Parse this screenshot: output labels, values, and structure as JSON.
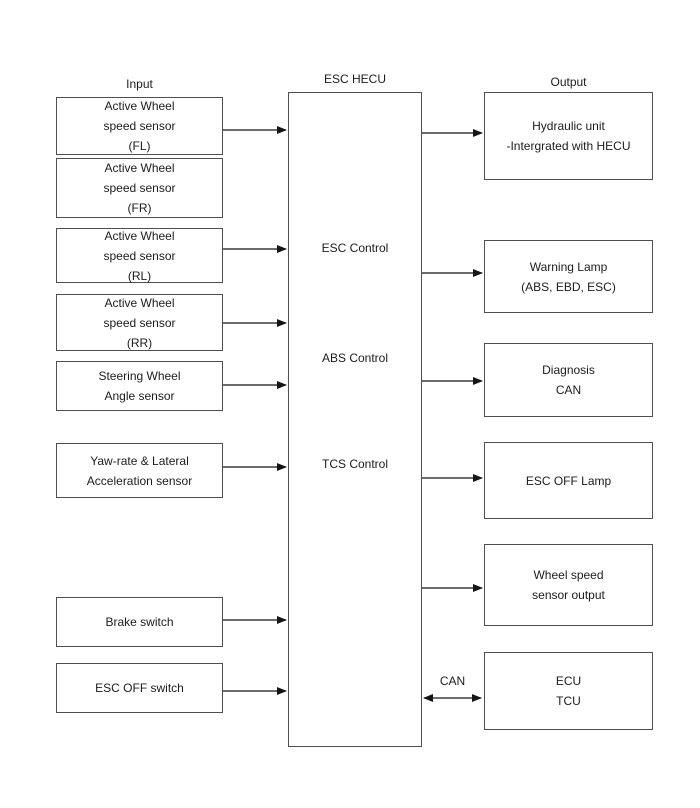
{
  "diagram": {
    "labels": {
      "input_column": "Input",
      "hecu_title": "ESC HECU",
      "output_column": "Output",
      "can": "CAN"
    },
    "hecu_functions": [
      "ESC Control",
      "ABS Control",
      "TCS Control"
    ],
    "inputs": [
      {
        "lines": [
          "Active Wheel",
          "speed sensor",
          "(FL)"
        ]
      },
      {
        "lines": [
          "Active Wheel",
          "speed sensor",
          "(FR)"
        ]
      },
      {
        "lines": [
          "Active Wheel",
          "speed sensor",
          "(RL)"
        ]
      },
      {
        "lines": [
          "Active Wheel",
          "speed sensor",
          "(RR)"
        ]
      },
      {
        "lines": [
          "Steering Wheel",
          "Angle sensor"
        ]
      },
      {
        "lines": [
          "Yaw-rate & Lateral",
          "Acceleration sensor"
        ]
      },
      {
        "lines": [
          "Brake switch"
        ]
      },
      {
        "lines": [
          "ESC OFF switch"
        ]
      }
    ],
    "outputs": [
      {
        "lines": [
          "Hydraulic unit",
          "-Intergrated with HECU"
        ]
      },
      {
        "lines": [
          "Warning Lamp",
          "(ABS, EBD, ESC)"
        ]
      },
      {
        "lines": [
          "Diagnosis",
          "CAN"
        ]
      },
      {
        "lines": [
          "ESC OFF Lamp"
        ]
      },
      {
        "lines": [
          "Wheel speed",
          "sensor output"
        ]
      },
      {
        "lines": [
          "ECU",
          "TCU"
        ]
      }
    ],
    "colors": {
      "border": "#4f4f4f",
      "arrow": "#151515",
      "text": "#1c1c1c",
      "background": "#ffffff"
    }
  }
}
